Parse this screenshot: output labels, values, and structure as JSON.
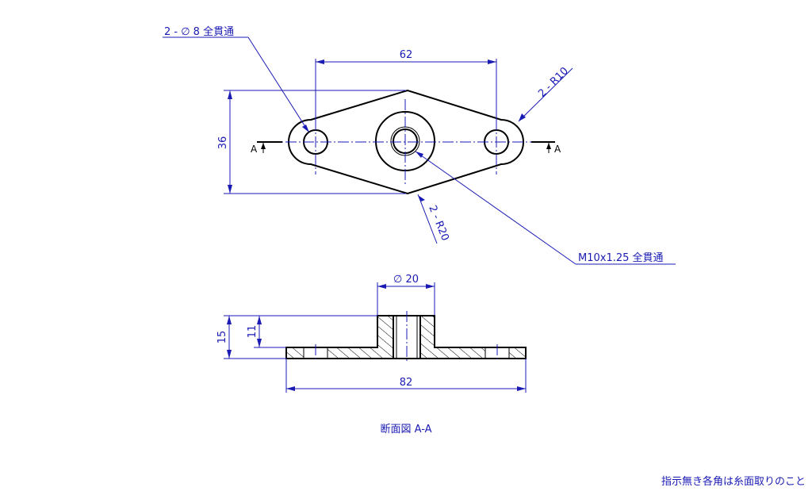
{
  "callouts": {
    "hole_spec": "2 - ∅ 8 全貫通",
    "tap_spec": "M10x1.25 全貫通",
    "outer_radius": "2 - R10",
    "side_radius": "2 - R20"
  },
  "dimensions": {
    "hole_pitch": "62",
    "height": "36",
    "boss_diameter": "∅ 20",
    "total_thickness": "15",
    "boss_height": "11",
    "overall_length": "82"
  },
  "section": {
    "mark_left": "A",
    "mark_right": "A",
    "title": "断面図 A-A"
  },
  "notes": {
    "chamfer_note": "指示無き各角は糸面取りのこと"
  }
}
